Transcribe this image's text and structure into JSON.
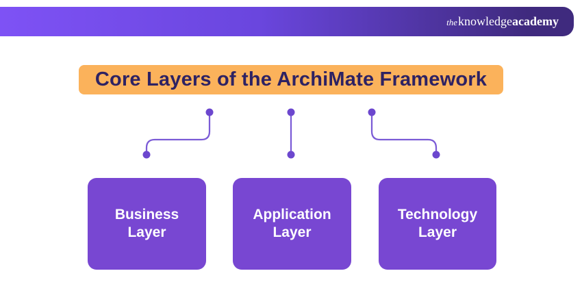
{
  "header": {
    "logo": {
      "the": "the",
      "knowledge": "knowledge",
      "academy": "academy"
    }
  },
  "title_banner": {
    "text": "Core Layers of the ArchiMate Framework"
  },
  "layers": [
    {
      "label": "Business Layer"
    },
    {
      "label": "Application Layer"
    },
    {
      "label": "Technology Layer"
    }
  ],
  "colors": {
    "page_bg": "#FFFFFF",
    "topbar_gradient_start": "#7E52F5",
    "topbar_gradient_end": "#3F2A7E",
    "logo_text": "#FFFFFF",
    "banner_bg": "#FBB25B",
    "title_text": "#2E2263",
    "connector_line": "#7B5BD6",
    "connector_dot": "#6C47CE",
    "layer_box_bg": "#7847D2",
    "layer_box_text": "#FFFFFF"
  }
}
